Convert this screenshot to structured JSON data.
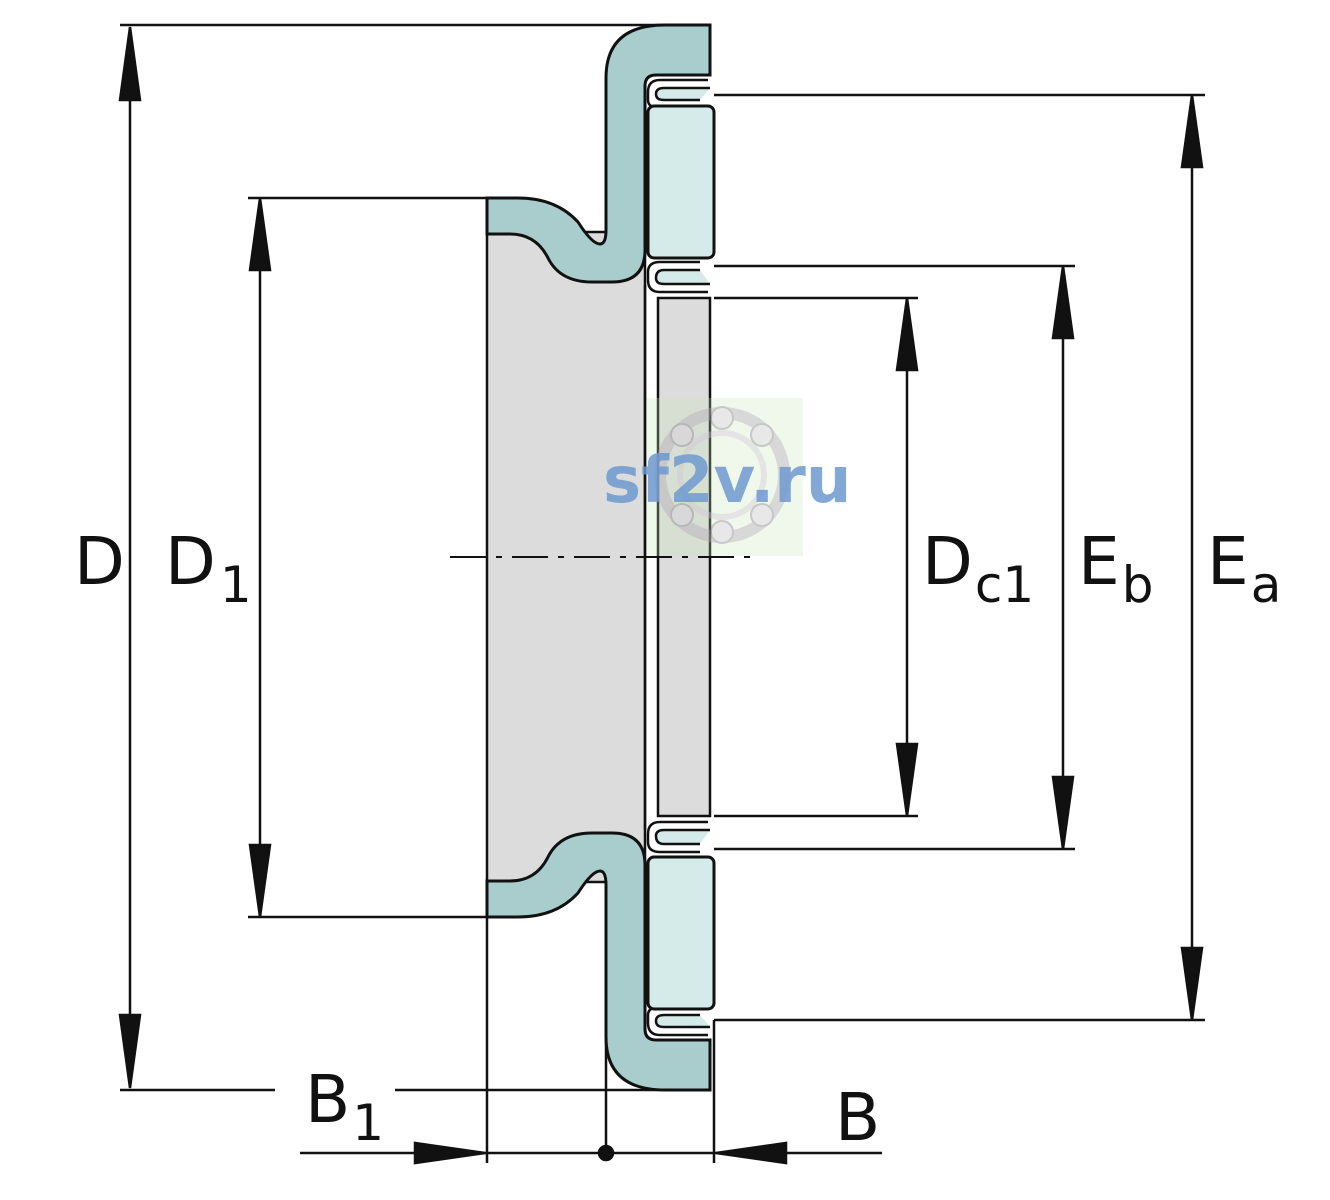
{
  "labels": {
    "D": "D",
    "D1_main": "D",
    "D1_sub": "1",
    "Dc1_main": "D",
    "Dc1_sub": "c1",
    "Eb_main": "E",
    "Eb_sub": "b",
    "Ea_main": "E",
    "Ea_sub": "a",
    "B1_main": "B",
    "B1_sub": "1",
    "B": "B"
  },
  "watermark": "sf2v.ru",
  "colors": {
    "housing": "#a9cdcc",
    "bore": "#dcdcdc",
    "roller": "#d4ebe9",
    "line": "#111111",
    "watermark": "#6f9ad0"
  }
}
